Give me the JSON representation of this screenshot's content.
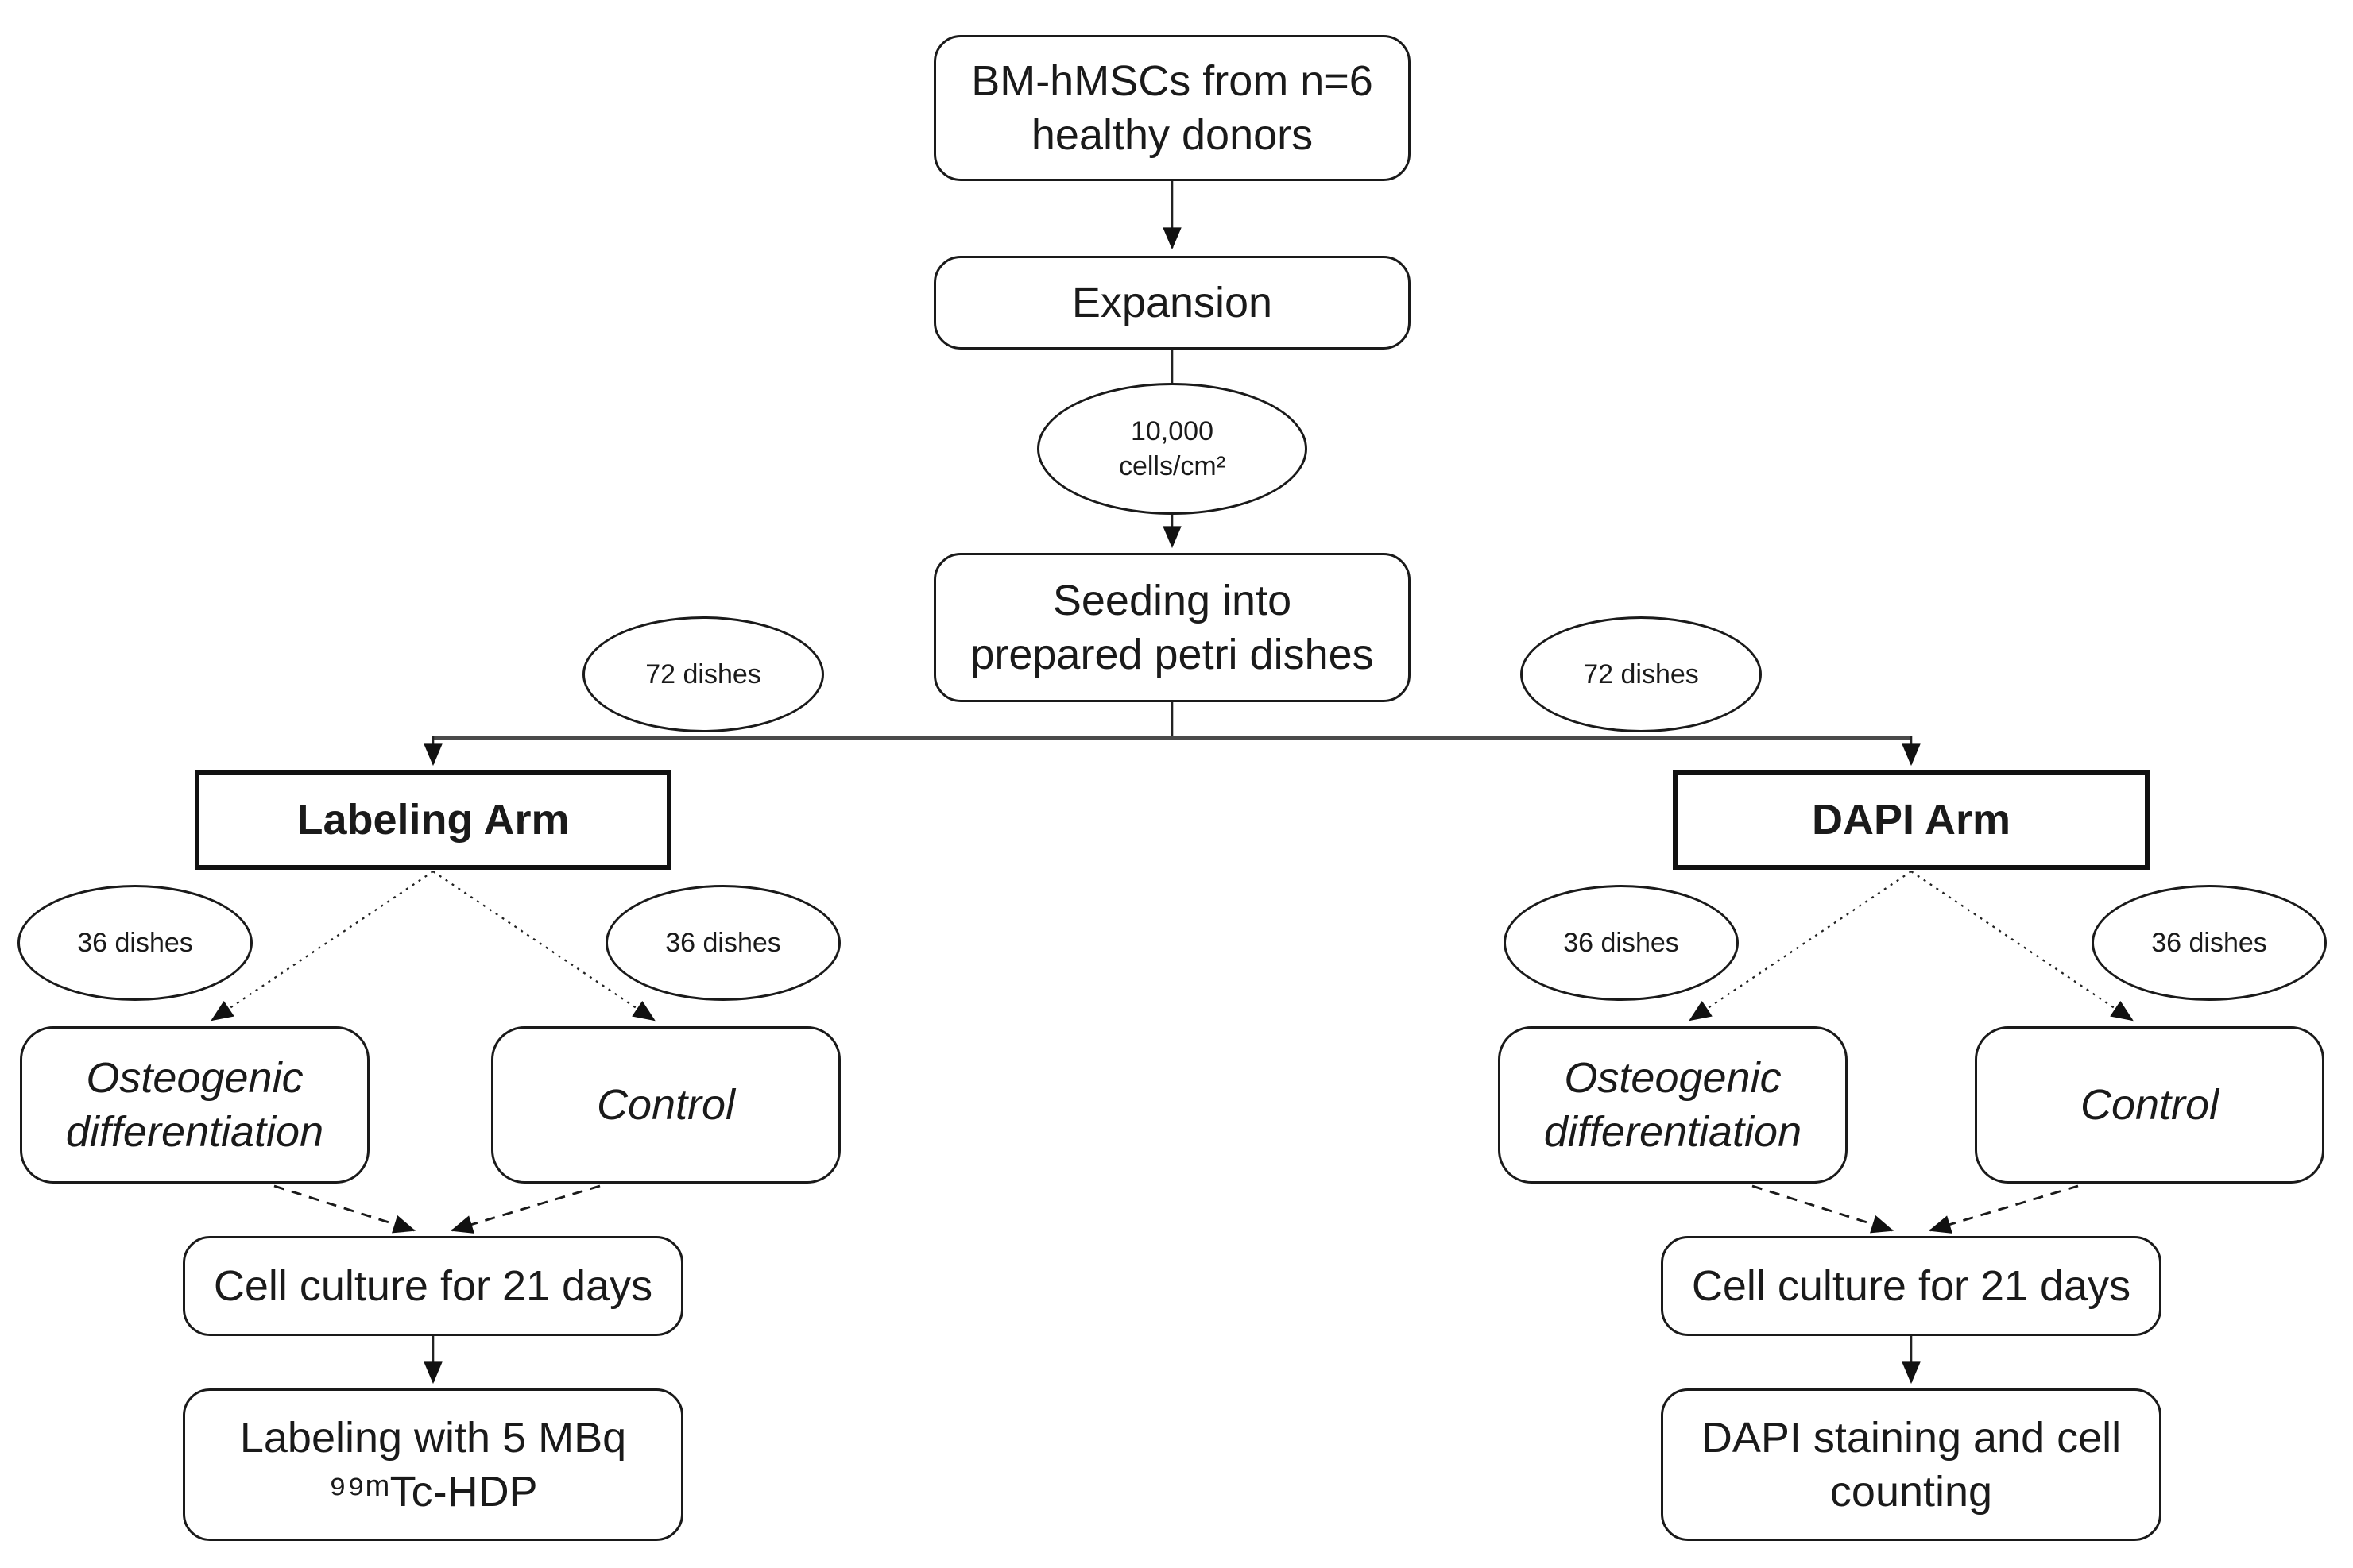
{
  "diagram": {
    "type": "flowchart",
    "background": "#ffffff",
    "colors": {
      "ink": "#1a1a1a",
      "node_fill": "#ffffff",
      "connector": "#222222",
      "distribution_line": "#4a4a4a"
    },
    "nodes": {
      "source": "BM-hMSCs from n=6\nhealthy donors",
      "expansion": "Expansion",
      "seed_density": "10,000\ncells/cm²",
      "seeding": "Seeding into\nprepared petri dishes",
      "dishes_total_left": "72 dishes",
      "dishes_total_right": "72 dishes",
      "labeling_arm": "Labeling Arm",
      "dapi_arm": "DAPI Arm",
      "dishes_left_osteo": "36 dishes",
      "dishes_left_control": "36 dishes",
      "dishes_right_osteo": "36 dishes",
      "dishes_right_control": "36 dishes",
      "osteo_left": "Osteogenic\ndifferentiation",
      "control_left": "Control",
      "osteo_right": "Osteogenic\ndifferentiation",
      "control_right": "Control",
      "culture_left": "Cell culture for 21 days",
      "culture_right": "Cell culture for 21 days",
      "labeling_step": "Labeling with 5 MBq\n⁹⁹ᵐTc-HDP",
      "dapi_step": "DAPI staining and cell\ncounting"
    }
  }
}
